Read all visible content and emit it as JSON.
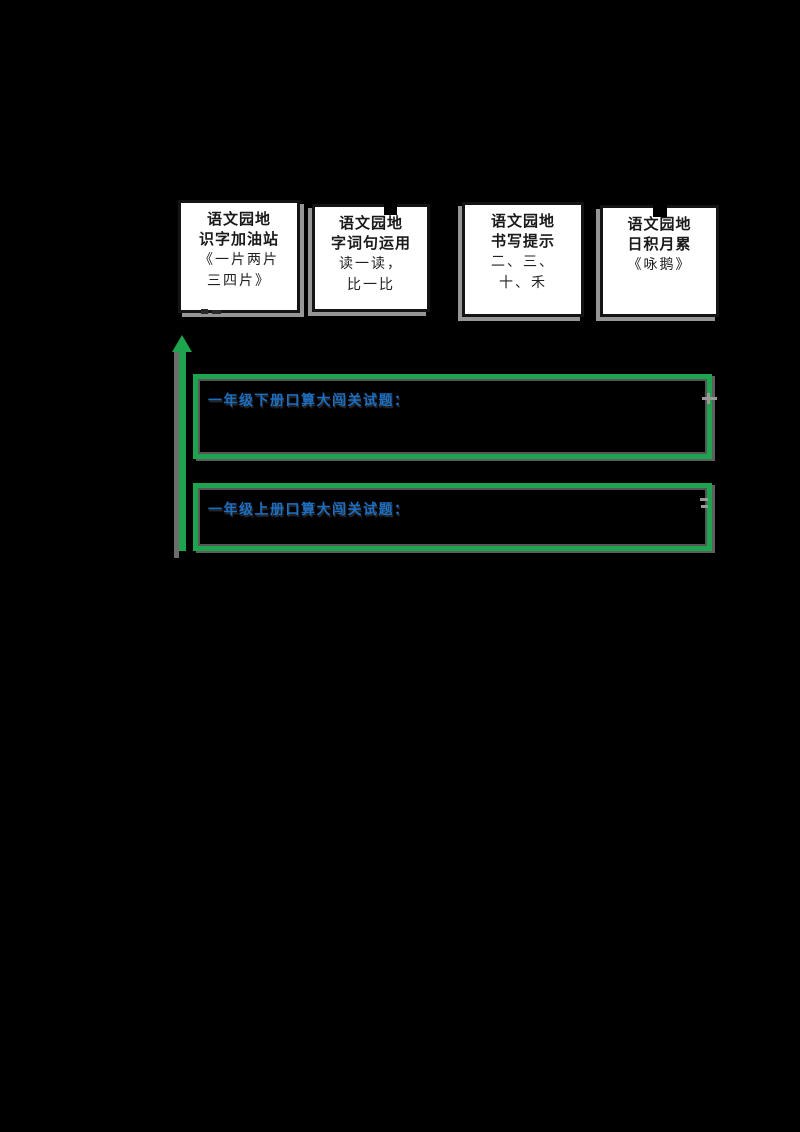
{
  "page": {
    "background_color": "#000000"
  },
  "topic_cards": [
    {
      "line1": "语文园地",
      "line2": "识字加油站",
      "line3": "《一片两片",
      "line4": "三四片》"
    },
    {
      "line1": "语文园地",
      "line2": "字词句运用",
      "line3": "读一读，",
      "line4": "比一比"
    },
    {
      "line1": "语文园地",
      "line2": "书写提示",
      "line3": "二、三、",
      "line4": "十、禾"
    },
    {
      "line1": "语文园地",
      "line2": "日积月累",
      "line3": "《咏鹅》",
      "line4": ""
    }
  ],
  "link_panels": [
    {
      "label": "一年级下册口算大闯关试题："
    },
    {
      "label": "一年级上册口算大闯关试题："
    }
  ],
  "colors": {
    "connector_green": "#1ea34f",
    "link_blue": "#1b6ec2"
  }
}
